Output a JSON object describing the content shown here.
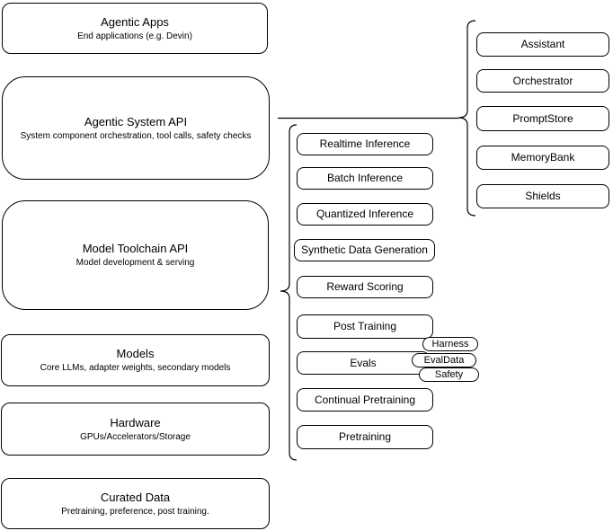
{
  "nodes": {
    "left_column": [
      {
        "title": "Agentic Apps",
        "subtitle": "End applications (e.g. Devin)"
      },
      {
        "title": "Agentic System API",
        "subtitle": "System component orchestration, tool calls, safety checks"
      },
      {
        "title": "Model Toolchain API",
        "subtitle": "Model development & serving"
      },
      {
        "title": "Models",
        "subtitle": "Core LLMs, adapter weights, secondary models"
      },
      {
        "title": "Hardware",
        "subtitle": "GPUs/Accelerators/Storage"
      },
      {
        "title": "Curated Data",
        "subtitle": "Pretraining, preference, post training."
      }
    ],
    "toolchain_components": [
      "Realtime Inference",
      "Batch Inference",
      "Quantized Inference",
      "Synthetic Data Generation",
      "Reward Scoring",
      "Post Training",
      "Evals",
      "Continual Pretraining",
      "Pretraining"
    ],
    "eval_tags": [
      "Harness",
      "EvalData",
      "Safety"
    ],
    "system_components": [
      "Assistant",
      "Orchestrator",
      "PromptStore",
      "MemoryBank",
      "Shields"
    ]
  },
  "colors": {
    "stroke": "#000000",
    "node_fill": "#ffffff",
    "canvas_background": "#ffffff"
  }
}
